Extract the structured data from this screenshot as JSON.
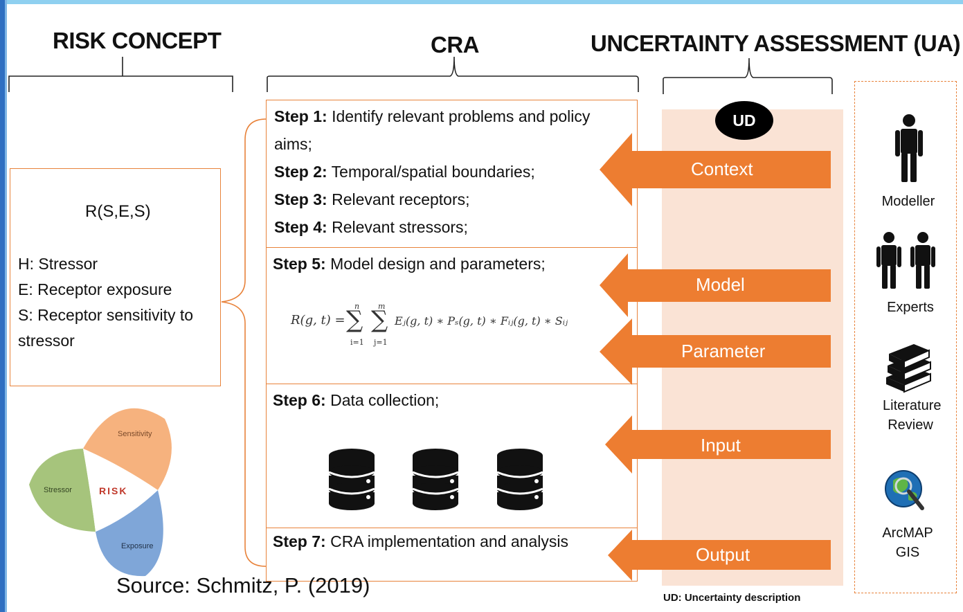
{
  "headers": {
    "risk_concept": "RISK CONCEPT",
    "cra": "CRA",
    "ua": "UNCERTAINTY ASSESSMENT (UA)"
  },
  "risk_box": {
    "formula": "R(S,E,S)",
    "h": "H: Stressor",
    "e": "E: Receptor exposure",
    "s_line1": "S: Receptor sensitivity to",
    "s_line2": "stressor"
  },
  "venn": {
    "sensitivity": "Sensitivity",
    "stressor": "Stressor",
    "risk": "RISK",
    "exposure": "Exposure",
    "colors": {
      "sensitivity": "#f6b27e",
      "stressor": "#a6c47c",
      "exposure": "#7fa6d8",
      "risk": "#c0392b"
    }
  },
  "steps": {
    "s1_label": "Step 1:",
    "s1_text": " Identify relevant problems and policy",
    "s1_cont": "aims;",
    "s2_label": "Step 2:",
    "s2_text": " Temporal/spatial boundaries;",
    "s3_label": "Step 3:",
    "s3_text": " Relevant receptors;",
    "s4_label": "Step 4:",
    "s4_text": " Relevant stressors;",
    "s5_label": "Step 5:",
    "s5_text": " Model design and parameters;",
    "s6_label": "Step 6:",
    "s6_text": " Data collection;",
    "s7_label": "Step 7:",
    "s7_text": " CRA implementation and analysis"
  },
  "equation": {
    "lhs": "R(g, t) =",
    "sum1_top": "n",
    "sum1_bottom": "i=1",
    "sum2_top": "m",
    "sum2_bottom": "j=1",
    "rhs": "Eⱼ(g, t) ∗ Pₛ(g, t) ∗ Fᵢⱼ(g, t) ∗ Sᵢⱼ"
  },
  "ua": {
    "ud": "UD",
    "arrows": [
      "Context",
      "Model",
      "Parameter",
      "Input",
      "Output"
    ],
    "footnote": "UD: Uncertainty description",
    "arrow_color": "#ed7d31"
  },
  "sources": [
    {
      "icon": "person-icon",
      "label": "Modeller"
    },
    {
      "icon": "people-icon",
      "label": "Experts"
    },
    {
      "icon": "books-icon",
      "label": "Literature Review"
    },
    {
      "icon": "globe-magnifier-icon",
      "label": "ArcMAP GIS"
    }
  ],
  "source_credit": "Source: Schmitz, P. (2019)"
}
